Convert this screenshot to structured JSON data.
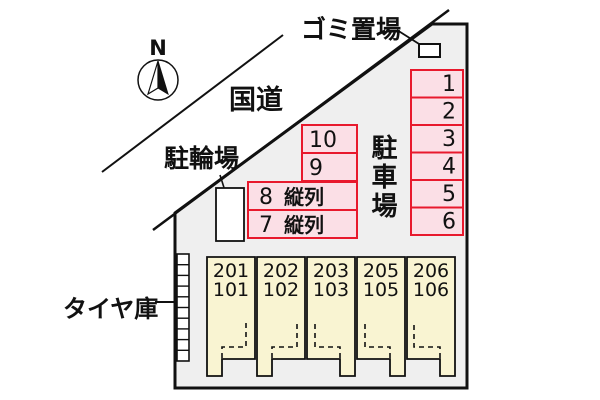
{
  "compass": {
    "label": "N"
  },
  "road": {
    "name": "国道"
  },
  "areas": {
    "garbage": {
      "label": "ゴミ置場"
    },
    "bicycle": {
      "label": "駐輪場"
    },
    "tire": {
      "label": "タイヤ庫"
    },
    "parking_lot": {
      "label": "駐車場"
    }
  },
  "parking": {
    "column_right": [
      {
        "number": "1"
      },
      {
        "number": "2"
      },
      {
        "number": "3"
      },
      {
        "number": "4"
      },
      {
        "number": "5"
      },
      {
        "number": "6"
      }
    ],
    "column_left": [
      {
        "number": "10"
      },
      {
        "number": "9"
      }
    ],
    "tandem": [
      {
        "number": "8",
        "type": "縦列"
      },
      {
        "number": "7",
        "type": "縦列"
      }
    ]
  },
  "building": {
    "units": [
      {
        "upper": "201",
        "lower": "101"
      },
      {
        "upper": "202",
        "lower": "102"
      },
      {
        "upper": "203",
        "lower": "103"
      },
      {
        "upper": "205",
        "lower": "105"
      },
      {
        "upper": "206",
        "lower": "106"
      }
    ]
  },
  "colors": {
    "site_fill": "#efefef",
    "parking_fill": "#fbdfe6",
    "parking_border": "#e8192d",
    "unit_fill": "#f9f4d2",
    "line": "#111111"
  }
}
